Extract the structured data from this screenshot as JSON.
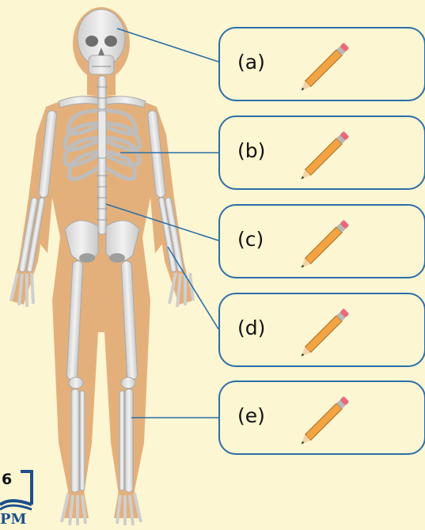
{
  "diagram": {
    "figure": "human-skeleton-with-body-outline",
    "labels": [
      {
        "id": "a",
        "text": "(a)",
        "points_to": "skull"
      },
      {
        "id": "b",
        "text": "(b)",
        "points_to": "rib-cage"
      },
      {
        "id": "c",
        "text": "(c)",
        "points_to": "backbone"
      },
      {
        "id": "d",
        "text": "(d)",
        "points_to": "forearm-bone"
      },
      {
        "id": "e",
        "text": "(e)",
        "points_to": "leg-bone"
      }
    ],
    "answer_icon": "pencil-icon"
  },
  "page": {
    "number": "6",
    "publisher_mark": "PM"
  },
  "colors": {
    "background": "#fdf6d2",
    "body_silhouette": "#e3b07c",
    "bone": "#e6e6e6",
    "leader_line": "#2a6fa8",
    "box_border": "#2a6fa8"
  }
}
